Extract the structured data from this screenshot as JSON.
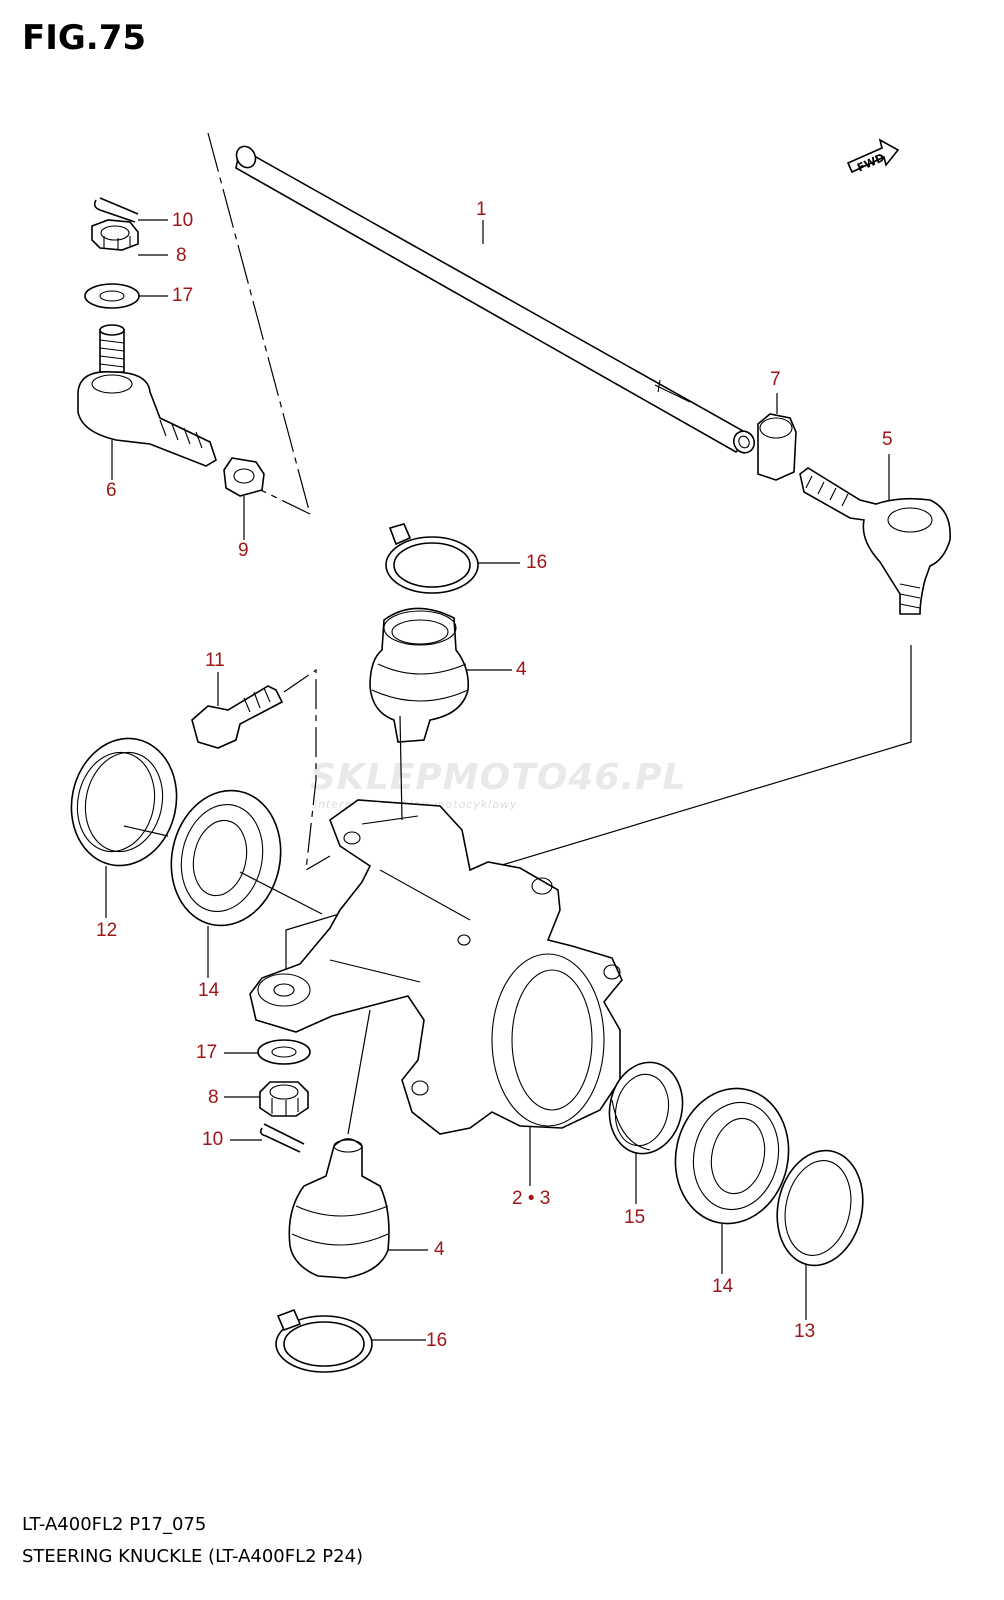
{
  "figure": {
    "title": "FIG.75",
    "code": "LT-A400FL2 P17_075",
    "caption": "STEERING KNUCKLE (LT-A400FL2 P24)",
    "fwd_label": "FWD"
  },
  "watermark": {
    "text_main": "SKLEPMOTO46.PL",
    "text_sub": "internetowy sklep motocyklowy"
  },
  "colors": {
    "callout_text": "#a01515",
    "line_art": "#000000",
    "watermark": "#e9e9e9"
  },
  "callouts": [
    {
      "id": "c1",
      "label": "1"
    },
    {
      "id": "c10a",
      "label": "10"
    },
    {
      "id": "c8a",
      "label": "8"
    },
    {
      "id": "c17a",
      "label": "17"
    },
    {
      "id": "c7",
      "label": "7"
    },
    {
      "id": "c5",
      "label": "5"
    },
    {
      "id": "c6",
      "label": "6"
    },
    {
      "id": "c9",
      "label": "9"
    },
    {
      "id": "c16a",
      "label": "16"
    },
    {
      "id": "c11",
      "label": "11"
    },
    {
      "id": "c4a",
      "label": "4"
    },
    {
      "id": "c12",
      "label": "12"
    },
    {
      "id": "c14a",
      "label": "14"
    },
    {
      "id": "c17b",
      "label": "17"
    },
    {
      "id": "c8b",
      "label": "8"
    },
    {
      "id": "c10b",
      "label": "10"
    },
    {
      "id": "c23",
      "label": "2 • 3"
    },
    {
      "id": "c15",
      "label": "15"
    },
    {
      "id": "c14b",
      "label": "14"
    },
    {
      "id": "c13",
      "label": "13"
    },
    {
      "id": "c4b",
      "label": "4"
    },
    {
      "id": "c16b",
      "label": "16"
    }
  ]
}
